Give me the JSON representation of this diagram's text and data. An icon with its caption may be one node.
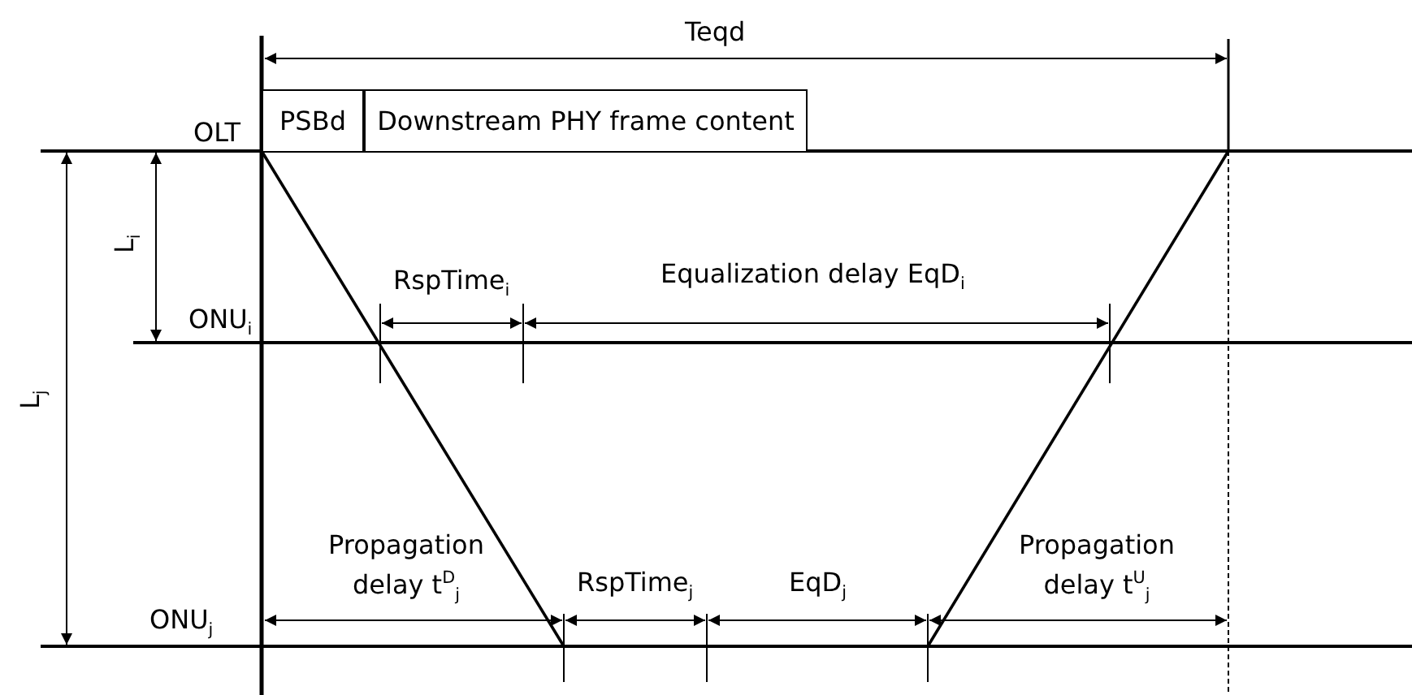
{
  "diagram": {
    "nodes": [
      {
        "text": [
          "PSBd"
        ]
      },
      {
        "text": [
          "Downstream PHY frame content"
        ]
      }
    ],
    "labels": [
      "Teqd",
      "OLT",
      "L$_{i}$",
      "L$_{j}$",
      "ONU$_{i}$",
      "RspTime$_{i}$",
      "Equalization delay EqD$_{i}$",
      "Propagation delay t$^{D}$$_{j}$",
      "RspTime$_{j}$",
      "EqD$_{j}$",
      "Propagation delay t$^{U}$$_{j}$",
      "ONU$_{j}$"
    ]
  }
}
